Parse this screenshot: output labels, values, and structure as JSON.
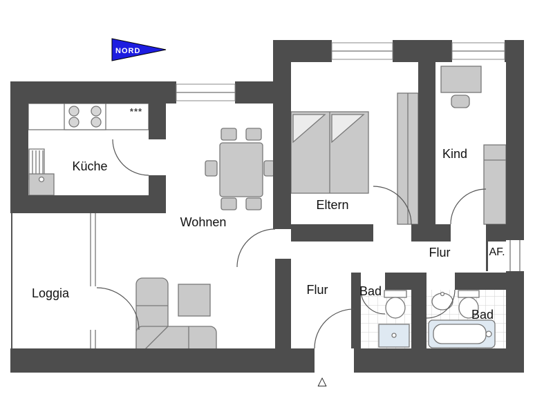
{
  "colors": {
    "wall": "#4d4d4d",
    "furniture_fill": "#c9c9c9",
    "water_fill": "#dfe9f2",
    "north_blue": "#1d1de0"
  },
  "north_arrow": {
    "label": "NORD"
  },
  "rooms": {
    "kueche": "Küche",
    "wohnen": "Wohnen",
    "eltern": "Eltern",
    "kind": "Kind",
    "flur_upper": "Flur",
    "flur_lower": "Flur",
    "bad_small": "Bad",
    "bad_large": "Bad",
    "loggia": "Loggia",
    "af": "AF."
  },
  "symbols": {
    "entrance_marker": "△",
    "kitchen_marks": "***"
  }
}
